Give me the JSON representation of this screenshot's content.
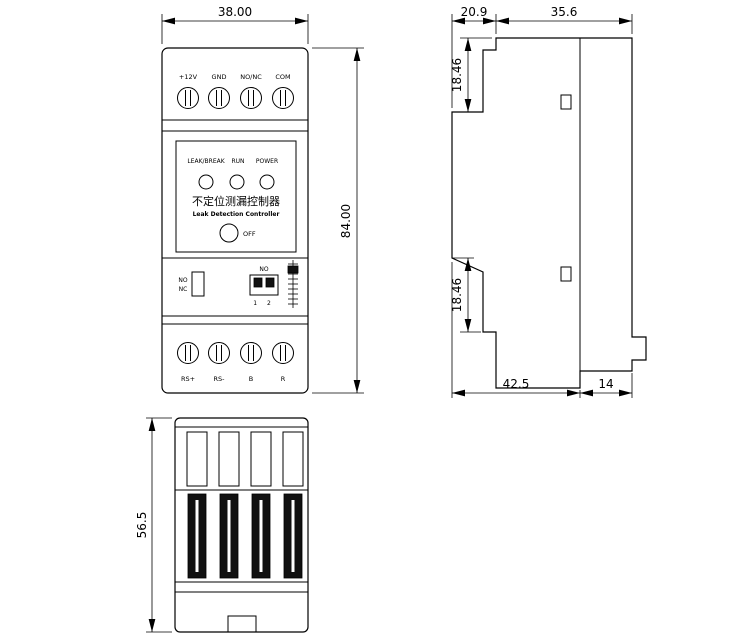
{
  "front_view": {
    "dim_width": "38.00",
    "dim_height": "84.00",
    "top_terminals": [
      "+12V",
      "GND",
      "NO/NC",
      "COM"
    ],
    "led_labels": [
      "LEAK/BREAK",
      "RUN",
      "POWER"
    ],
    "panel_title_cn": "不定位测漏控制器",
    "panel_title_en": "Leak Detection Controller",
    "off_label": "OFF",
    "jumper_top": "NO",
    "jumper_bottom": "NC",
    "dip_label": "NO",
    "dip_numbers": "1 2",
    "bottom_terminals": [
      "RS+",
      "RS-",
      "B",
      "R"
    ]
  },
  "side_view": {
    "dim_top_left": "20.9",
    "dim_top_right": "35.6",
    "dim_upper": "18.46",
    "dim_lower": "18.46",
    "dim_bottom_left": "42.5",
    "dim_bottom_right": "14"
  },
  "bottom_view": {
    "dim_depth": "56.5"
  }
}
